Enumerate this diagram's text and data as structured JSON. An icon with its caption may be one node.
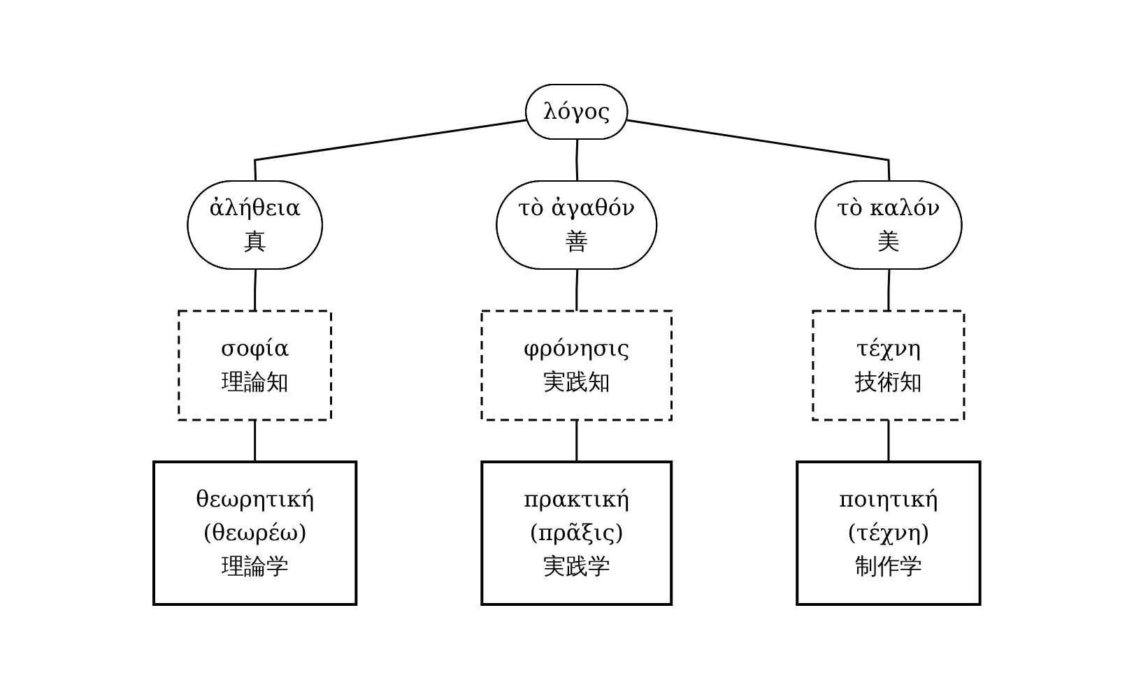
{
  "diagram": {
    "nodes": [
      {
        "text": [
          "λόγος"
        ]
      },
      {
        "text": [
          "ἀλήθεια",
          "真"
        ]
      },
      {
        "text": [
          "τὸ ἀγαθόν",
          "善"
        ]
      },
      {
        "text": [
          "τὸ καλόν",
          "美"
        ]
      },
      {
        "text": [
          "σοφία",
          "理論知"
        ]
      },
      {
        "text": [
          "φρόνησις",
          "実践知"
        ]
      },
      {
        "text": [
          "τέχνη",
          "技術知"
        ]
      },
      {
        "text": [
          "θεωρητική",
          "(θεωρέω)",
          "理論学"
        ]
      },
      {
        "text": [
          "πρακτική",
          "(πρᾶξις)",
          "実践学"
        ]
      },
      {
        "text": [
          "ποιητική",
          "(τέχνη)",
          "制作学"
        ]
      }
    ],
    "edges": [
      {
        "from": 0,
        "to": 1,
        "arrow": "none"
      },
      {
        "from": 0,
        "to": 2,
        "arrow": "none"
      },
      {
        "from": 0,
        "to": 3,
        "arrow": "none"
      },
      {
        "from": 1,
        "to": 4,
        "arrow": "none"
      },
      {
        "from": 2,
        "to": 5,
        "arrow": "none"
      },
      {
        "from": 3,
        "to": 6,
        "arrow": "none"
      },
      {
        "from": 4,
        "to": 7,
        "arrow": "none"
      },
      {
        "from": 5,
        "to": 8,
        "arrow": "none"
      },
      {
        "from": 6,
        "to": 9,
        "arrow": "none"
      }
    ]
  }
}
